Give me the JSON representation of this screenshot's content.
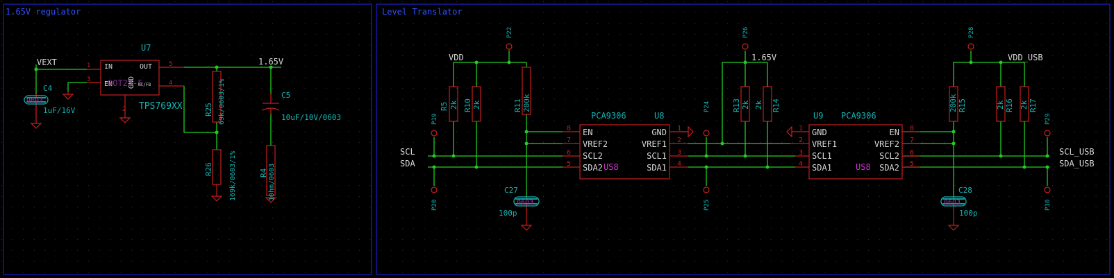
{
  "colors": {
    "background": "#000000",
    "grid": "#3a3a3a",
    "frame": "#1d1dd0",
    "frame_text": "#3050ff",
    "wire": "#22cc22",
    "component": "#c81e1e",
    "value_text": "#16b4b4",
    "net_label": "#d8d8d8",
    "pin_number": "#c81e1e",
    "unit_text": "#cc33cc",
    "junction": "#22cc22"
  },
  "frames": {
    "regulator": "1.65V regulator",
    "translator": "Level Translator"
  },
  "nets": {
    "vext": "VEXT",
    "v165_a": "1.65V",
    "vdd": "VDD",
    "v165_b": "1.65V",
    "vdd_usb": "VDD_USB",
    "scl": "SCL",
    "sda": "SDA",
    "scl_usb": "SCL_USB",
    "sda_usb": "SDA_USB"
  },
  "u7": {
    "ref": "U7",
    "value": "TPS769XX",
    "pin_in": "IN",
    "pin_out": "OUT",
    "pin_en": "EN",
    "pin_nc": "NC/FB",
    "pin_gnd": "GND",
    "package": "SOT23-5",
    "pins": [
      "1",
      "2",
      "3",
      "4",
      "5"
    ]
  },
  "caps": {
    "c4": {
      "ref": "C4",
      "value": "1uF/16V",
      "package": "0603"
    },
    "c5": {
      "ref": "C5",
      "value": "10uF/10V/0603"
    },
    "c27": {
      "ref": "C27",
      "value": "100p",
      "package": "0603"
    },
    "c28": {
      "ref": "C28",
      "value": "100p",
      "package": "0603"
    }
  },
  "resistors": {
    "r25": {
      "ref": "R25",
      "value": "69k/0603/1%"
    },
    "r26": {
      "ref": "R26",
      "value": "169k/0603/1%"
    },
    "r4": {
      "ref": "R4",
      "value": "10hm/0603"
    },
    "r5": {
      "ref": "R5",
      "value": "2k"
    },
    "r10": {
      "ref": "R10",
      "value": "2k"
    },
    "r11": {
      "ref": "R11",
      "value": "200k"
    },
    "r13": {
      "ref": "R13",
      "value": "2k"
    },
    "r14": {
      "ref": "R14",
      "value": "2k"
    },
    "r15": {
      "ref": "R15",
      "value": "200k"
    },
    "r16": {
      "ref": "R16",
      "value": "2k"
    },
    "r17": {
      "ref": "R17",
      "value": "2k"
    }
  },
  "u8": {
    "ref": "U8",
    "value": "PCA9306",
    "unit": "US8",
    "left_pins": [
      "EN",
      "VREF2",
      "SCL2",
      "SDA2"
    ],
    "left_nums": [
      "8",
      "7",
      "6",
      "5"
    ],
    "right_pins": [
      "GND",
      "VREF1",
      "SCL1",
      "SDA1"
    ],
    "right_nums": [
      "1",
      "2",
      "3",
      "4"
    ]
  },
  "u9": {
    "ref": "U9",
    "value": "PCA9306",
    "unit": "US8",
    "left_pins": [
      "GND",
      "VREF1",
      "SCL1",
      "SDA1"
    ],
    "left_nums": [
      "1",
      "2",
      "3",
      "4"
    ],
    "right_pins": [
      "EN",
      "VREF2",
      "SCL2",
      "SDA2"
    ],
    "right_nums": [
      "8",
      "7",
      "6",
      "5"
    ]
  },
  "testpoints": {
    "p22": "P22",
    "p26": "P26",
    "p28": "P28",
    "p19": "P19",
    "p20": "P20",
    "p24": "P24",
    "p25": "P25",
    "p29": "P29",
    "p30": "P30"
  }
}
